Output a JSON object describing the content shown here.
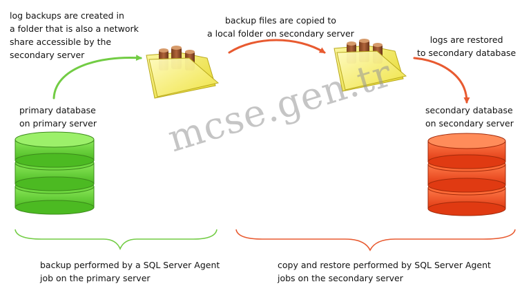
{
  "labels": {
    "log_backups": "log backups are created in\na folder that is also a network\nshare accessible by the\nsecondary server",
    "files_copied": "backup files are copied to\na local folder on secondary server",
    "logs_restored": "logs are restored\nto secondary database",
    "primary_db": "primary database\non primary server",
    "secondary_db": "secondary database\non secondary server",
    "backup_job": "backup performed by a SQL Server Agent\njob on the primary server",
    "restore_job": "copy and restore performed by SQL Server Agent\njobs on the secondary server"
  },
  "watermark": "mcse.gen.tr",
  "colors": {
    "primary": "#5ccd2e",
    "secondary": "#f04a1e",
    "green_arrow": "#72cc44",
    "red_arrow": "#e85a30",
    "folder": "#f5ec5a"
  },
  "icons": [
    "database-icon",
    "folder-icon",
    "arrow-icon",
    "brace-icon"
  ]
}
